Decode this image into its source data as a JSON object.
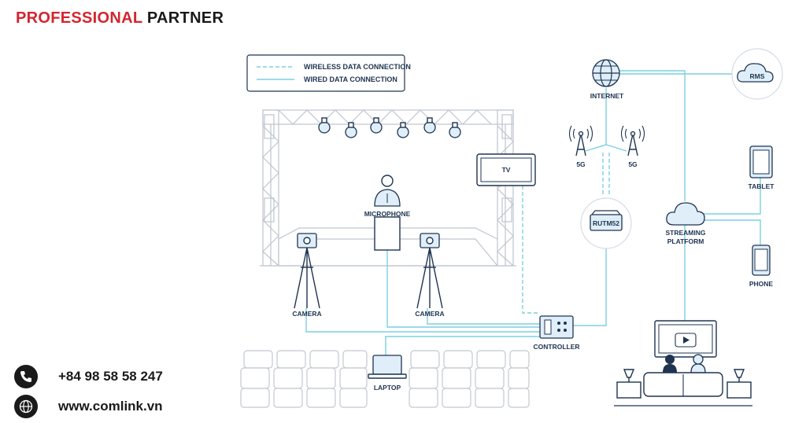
{
  "header": {
    "brand_red": "PROFESSIONAL",
    "brand_dark": "PARTNER"
  },
  "legend": {
    "wireless": "WIRELESS DATA CONNECTION",
    "wired": "WIRED DATA CONNECTION"
  },
  "labels": {
    "internet": "INTERNET",
    "rms": "RMS",
    "fiveg_left": "5G",
    "fiveg_right": "5G",
    "tv": "TV",
    "router": "RUTM52",
    "microphone": "MICROPHONE",
    "camera_left": "CAMERA",
    "camera_right": "CAMERA",
    "controller": "CONTROLLER",
    "laptop": "LAPTOP",
    "streaming_line1": "STREAMING",
    "streaming_line2": "PLATFORM",
    "tablet": "TABLET",
    "phone": "PHONE"
  },
  "contact": {
    "phone": "+84 98 58 58 247",
    "website": "www.comlink.vn"
  },
  "icons": [
    "phone-icon",
    "globe-icon",
    "internet-globe-icon",
    "rms-cloud-icon",
    "streaming-cloud-icon",
    "play-icon"
  ],
  "colors": {
    "brand_red": "#d4252f",
    "navy": "#1e3450",
    "connection": "#7ccfe0",
    "light_fill": "#dfeef9"
  }
}
